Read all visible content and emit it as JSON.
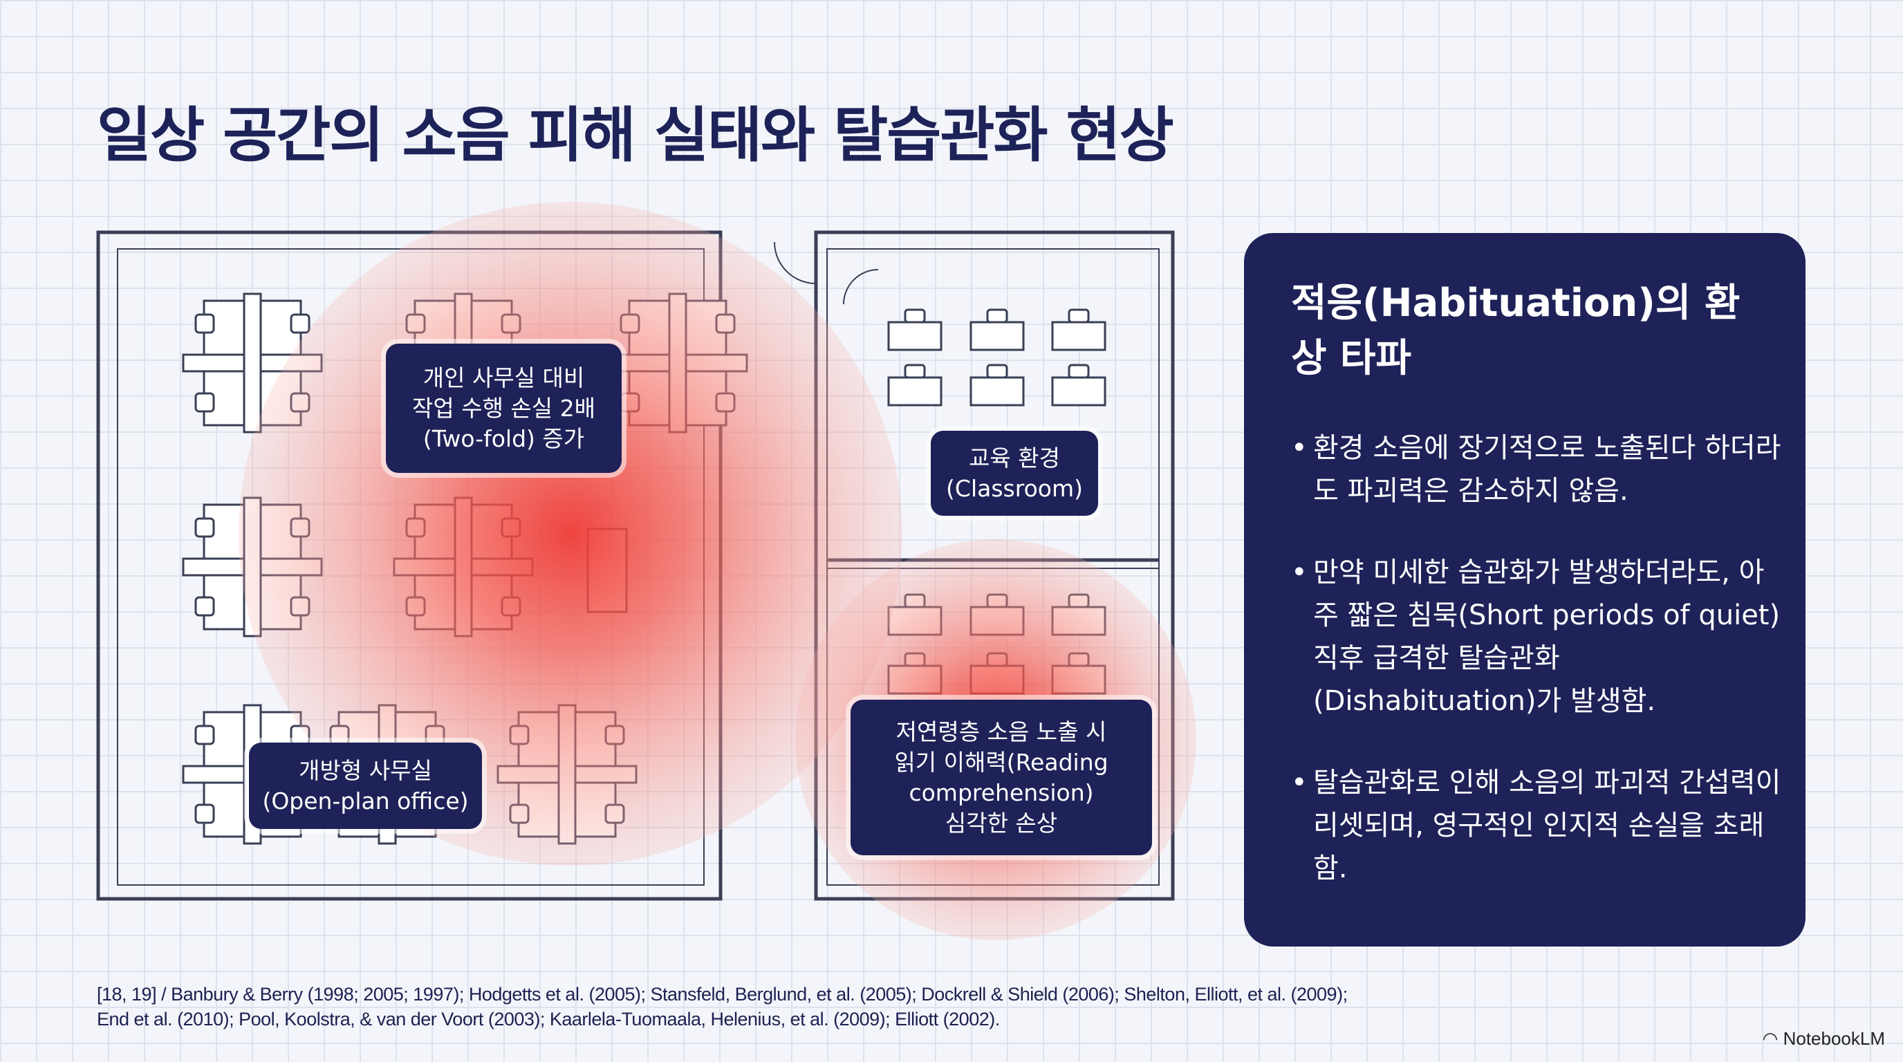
{
  "title": "일상 공간의 소음 피해 실태와 탈습관화 현상",
  "labels": {
    "office_loss": [
      "개인 사무실 대비",
      "작업 수행 손실 2배",
      "(Two-fold) 증가"
    ],
    "classroom": [
      "교육 환경",
      "(Classroom)"
    ],
    "reading": [
      "저연령층 소음 노출 시",
      "읽기 이해력(Reading",
      "comprehension)",
      "심각한 손상"
    ],
    "open_plan": [
      "개방형 사무실",
      "(Open-plan office)"
    ]
  },
  "panel": {
    "title": "적응(Habituation)의 환상 타파",
    "bullets": [
      "환경 소음에 장기적으로 노출된다 하더라도 파괴력은 감소하지 않음.",
      "만약 미세한 습관화가 발생하더라도, 아주 짧은 침묵(Short periods of quiet) 직후 급격한 탈습관화 (Dishabituation)가 발생함.",
      "탈습관화로 인해 소음의 파괴적 간섭력이 리셋되며, 영구적인 인지적 손실을 초래함."
    ]
  },
  "footer": {
    "line1": "[18, 19] / Banbury & Berry (1998; 2005; 1997); Hodgetts et al. (2005); Stansfeld, Berglund, et al. (2005); Dockrell & Shield (2006); Shelton, Elliott, et al. (2009);",
    "line2": "End et al. (2010); Pool, Koolstra, & van der Voort (2003); Kaarlela-Tuomaala, Helenius, et al. (2009); Elliott (2002)."
  },
  "brand": "NotebookLM",
  "colors": {
    "navy": "#1e2258",
    "noise": "#ef3b36"
  }
}
